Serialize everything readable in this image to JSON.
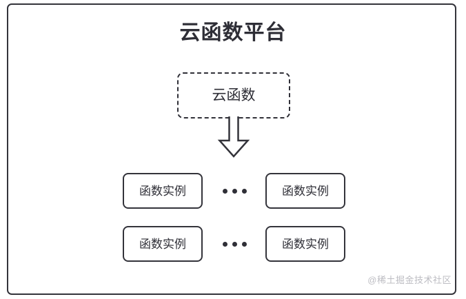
{
  "diagram": {
    "title": "云函数平台",
    "cloud_function_node": {
      "label": "云函数",
      "border_style": "dashed"
    },
    "arrow": {
      "name": "down-arrow",
      "direction": "down"
    },
    "instance_rows": [
      {
        "left_box": "函数实例",
        "ellipsis": "...",
        "right_box": "函数实例"
      },
      {
        "left_box": "函数实例",
        "ellipsis": "...",
        "right_box": "函数实例"
      }
    ],
    "watermark": "@稀土掘金技术社区",
    "colors": {
      "stroke": "#33333a",
      "text": "#2e2e36",
      "background": "#ffffff",
      "watermark": "#bcbcc2"
    }
  }
}
